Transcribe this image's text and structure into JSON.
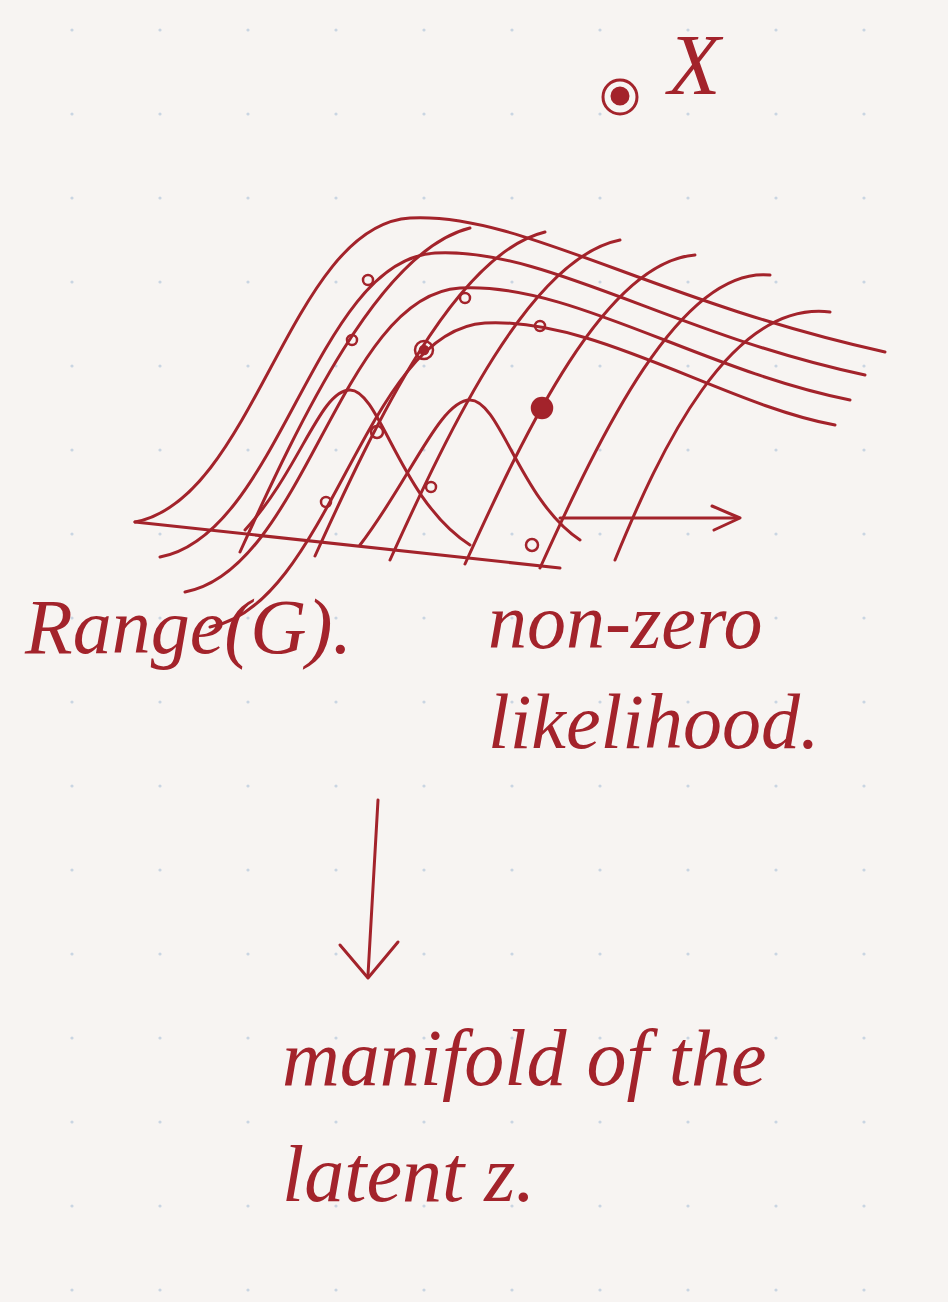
{
  "diagram": {
    "labels": [
      "X",
      "Range(G).",
      "non-zero likelihood.",
      "manifold of the latent z."
    ]
  }
}
